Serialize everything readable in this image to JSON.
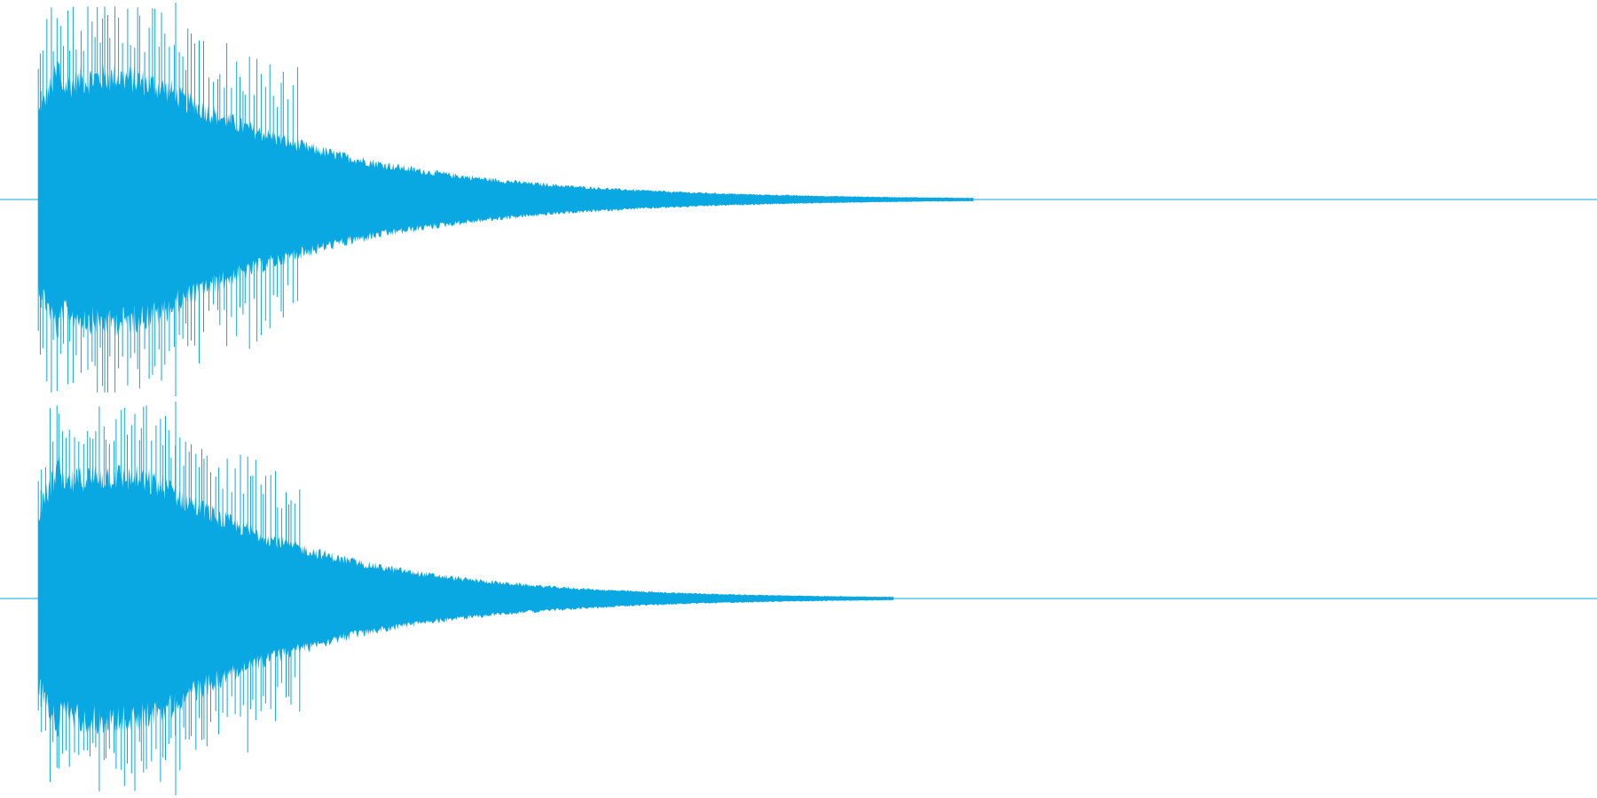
{
  "waveform": {
    "color": "#0aa8e2",
    "channels": [
      {
        "name": "channel-1",
        "attack_fraction": 0.024,
        "transient_fraction": 0.11,
        "peak_amplitude": 1.0,
        "sustain_amplitude": 0.62,
        "tail_end_fraction": 0.61
      },
      {
        "name": "channel-2",
        "attack_fraction": 0.024,
        "transient_fraction": 0.11,
        "peak_amplitude": 1.0,
        "sustain_amplitude": 0.62,
        "tail_end_fraction": 0.56
      }
    ]
  }
}
